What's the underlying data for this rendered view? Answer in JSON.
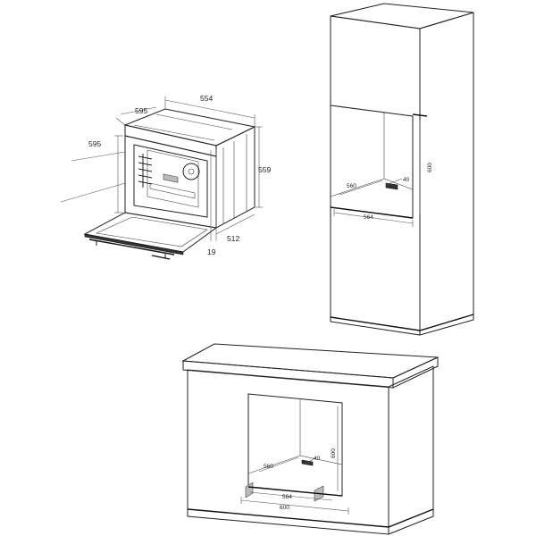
{
  "oven": {
    "labels": {
      "width_top": "554",
      "depth_top": "595",
      "height_left": "595",
      "height_right": "559",
      "depth_side": "512",
      "front_thickness": "19"
    }
  },
  "tall_cabinet": {
    "labels": {
      "depth": "560",
      "vent": "40",
      "height": "600",
      "width": "564"
    }
  },
  "base_cabinet": {
    "labels": {
      "depth": "560",
      "vent": "40",
      "height": "600",
      "width_inner": "564",
      "width_outer": "600"
    }
  }
}
